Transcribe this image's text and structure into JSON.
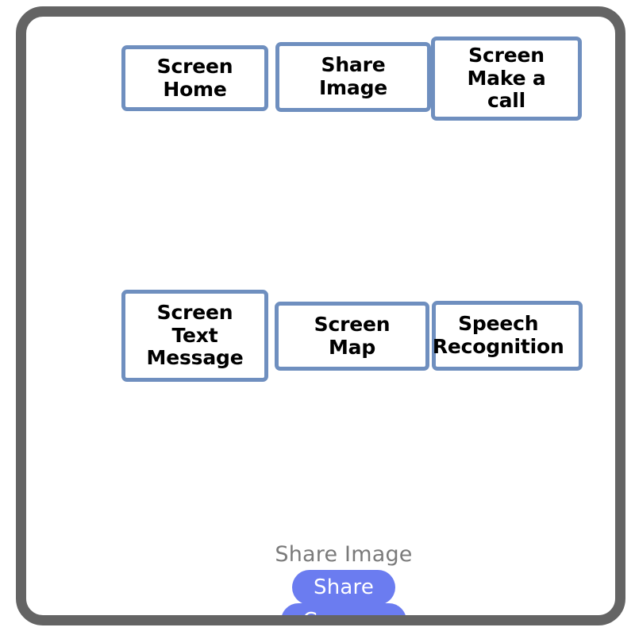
{
  "frame": {
    "border_color": "#646464",
    "background": "#ffffff"
  },
  "diagram": {
    "box_border_color": "#6f8fbf",
    "box_fill_color": "#ffffff",
    "box_text_color": "#000000",
    "rows": [
      {
        "row_name": "top-row",
        "boxes": [
          {
            "id": "screen-home",
            "label": "Screen\nHome"
          },
          {
            "id": "share-image",
            "label": "Share\nImage"
          },
          {
            "id": "make-a-call",
            "label": "Screen\nMake a\ncall"
          }
        ]
      },
      {
        "row_name": "bottom-row",
        "boxes": [
          {
            "id": "text-message",
            "label": "Screen\nText\nMessage"
          },
          {
            "id": "screen-map",
            "label": "Screen\nMap"
          },
          {
            "id": "speech-recognition",
            "label": "Speech\nRecognition"
          }
        ]
      }
    ]
  },
  "share_widget": {
    "title": "Share Image",
    "title_color": "#7a7a7a",
    "pill_color": "#6b7cf0",
    "pill_text_color": "#ffffff",
    "buttons": [
      {
        "id": "share",
        "label": "Share"
      },
      {
        "id": "camera",
        "label": "Camera"
      }
    ]
  }
}
